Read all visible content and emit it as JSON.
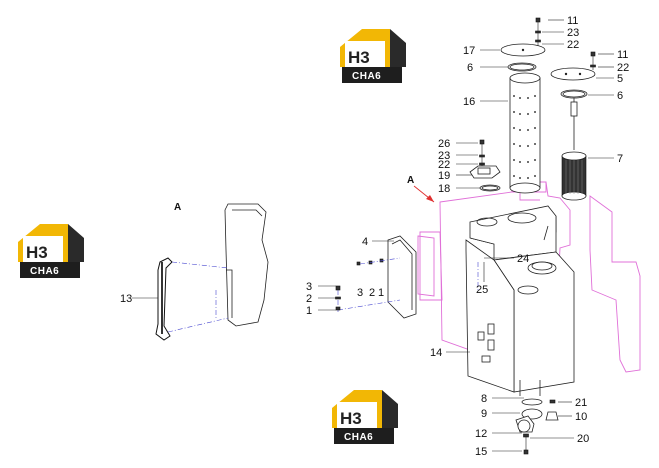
{
  "brand": {
    "logo_letters": "H3",
    "logo_word": "CHA6",
    "color_yellow": "#f2b705",
    "color_dark": "#222222"
  },
  "view_labels": {
    "arrow_label": "A",
    "detail_label": "A"
  },
  "part_labels": {
    "p1": "1",
    "p2": "2",
    "p3": "3",
    "p4": "4",
    "p5": "5",
    "p6a": "6",
    "p6b": "6",
    "p7": "7",
    "p8": "8",
    "p9": "9",
    "p10": "10",
    "p11a": "11",
    "p11b": "11",
    "p12": "12",
    "p13": "13",
    "p14": "14",
    "p15": "15",
    "p16": "16",
    "p17": "17",
    "p18": "18",
    "p19": "19",
    "p20": "20",
    "p21": "21",
    "p22a": "22",
    "p22b": "22",
    "p22c": "22",
    "p23a": "23",
    "p23b": "23",
    "p24": "24",
    "p25": "25",
    "p26": "26",
    "inline3": "3",
    "inline2": "2",
    "inline1": "1"
  },
  "colors": {
    "outline": "#222222",
    "phantom": "#e070d8",
    "centerline": "#4a4ad0"
  }
}
